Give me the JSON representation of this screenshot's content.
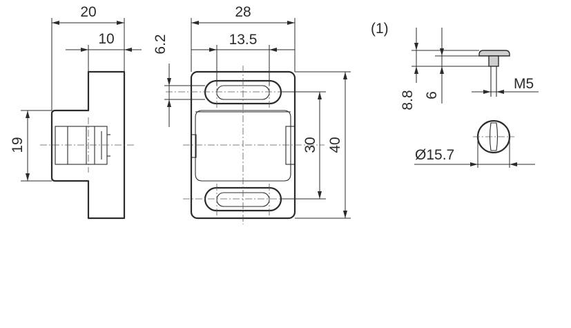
{
  "figure": {
    "callout": "(1)",
    "side_view": {
      "width_total": "20",
      "width_boss": "10",
      "height_boss": "19"
    },
    "front_view": {
      "width_total": "28",
      "slot_spacing": "13.5",
      "slot_width": "6.2",
      "slot_centers": "30",
      "height_total": "40"
    },
    "screw_detail": {
      "head_offset": "8.8",
      "length": "6",
      "thread": "M5",
      "head_diameter": "Ø15.7"
    }
  }
}
